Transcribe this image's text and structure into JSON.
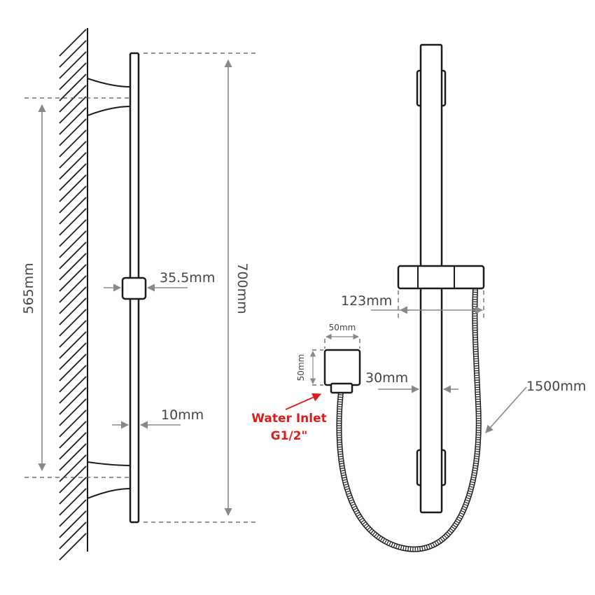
{
  "labels": {
    "wall_spacing": "565mm",
    "rail_length": "700mm",
    "holder_width": "35.5mm",
    "rail_diameter": "10mm",
    "holder_depth": "123mm",
    "outlet_width": "50mm",
    "outlet_height": "50mm",
    "bar_width": "30mm",
    "hose_length": "1500mm",
    "water_inlet_line1": "Water Inlet",
    "water_inlet_line2": "G1/2\""
  },
  "colors": {
    "outline": "#1a1a1a",
    "dimension": "#888888",
    "highlight": "#e01b1b"
  }
}
